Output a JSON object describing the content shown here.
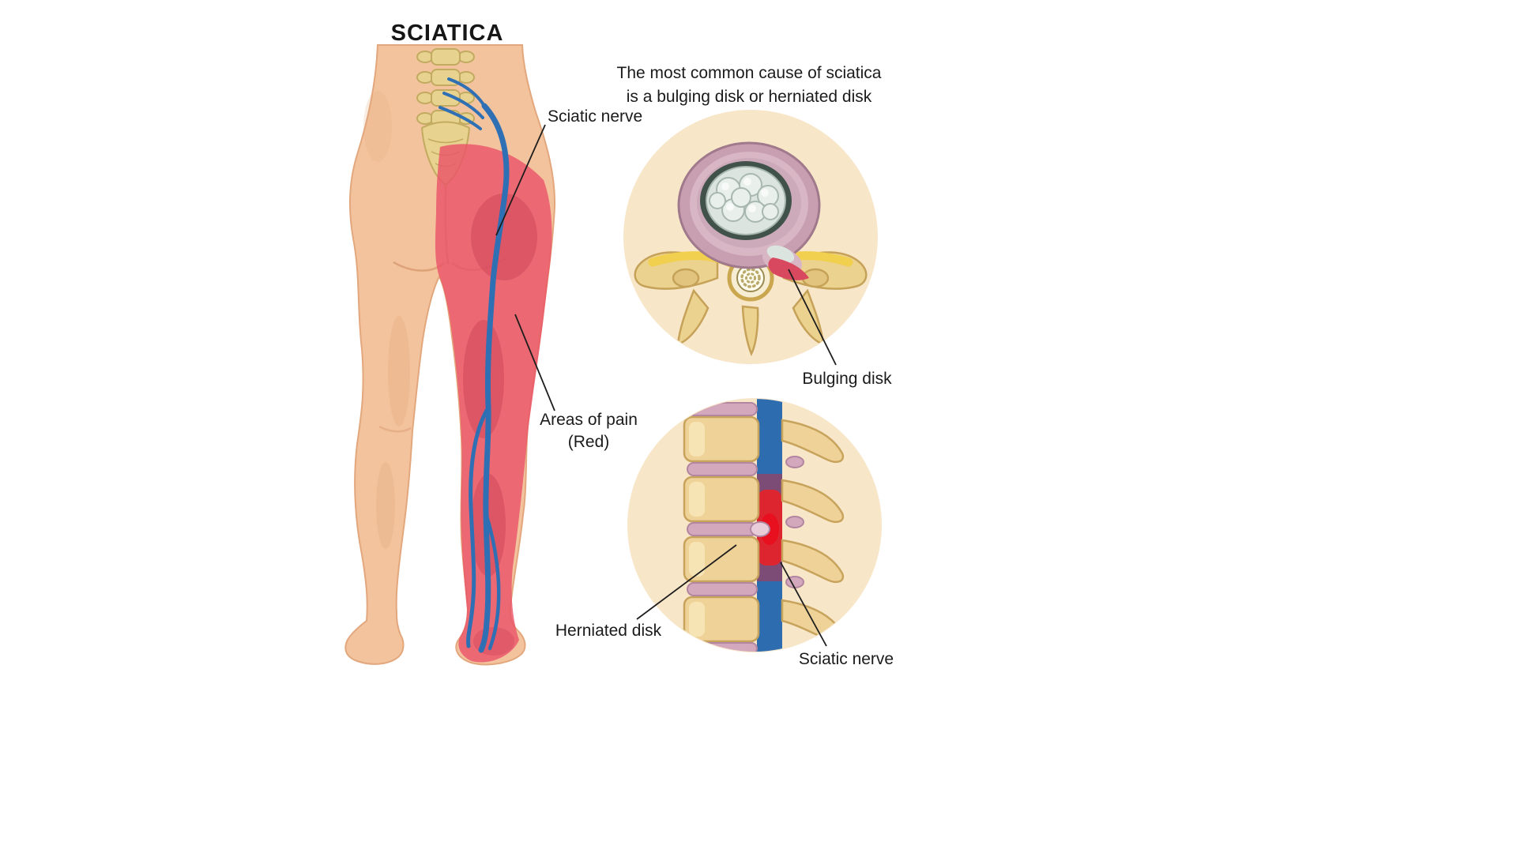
{
  "title": "SCIATICA",
  "intro": {
    "line1": "The most common cause of sciatica",
    "line2": "is a bulging disk or herniated disk"
  },
  "figure_labels": {
    "sciatic_nerve": "Sciatic nerve",
    "areas_of_pain_line1": "Areas of pain",
    "areas_of_pain_line2": "(Red)"
  },
  "inset_top": {
    "label": "Bulging disk"
  },
  "inset_bottom": {
    "label_left": "Herniated disk",
    "label_right": "Sciatic nerve"
  },
  "colors": {
    "skin": "#f3c39e",
    "pain_red": "#ea5468",
    "nerve_blue": "#2f6fb4",
    "bone_yellow": "#ecd28f",
    "disk_pink": "#c79fb0",
    "inset_background": "#f8e6c9",
    "canal_red": "#dd2530"
  }
}
